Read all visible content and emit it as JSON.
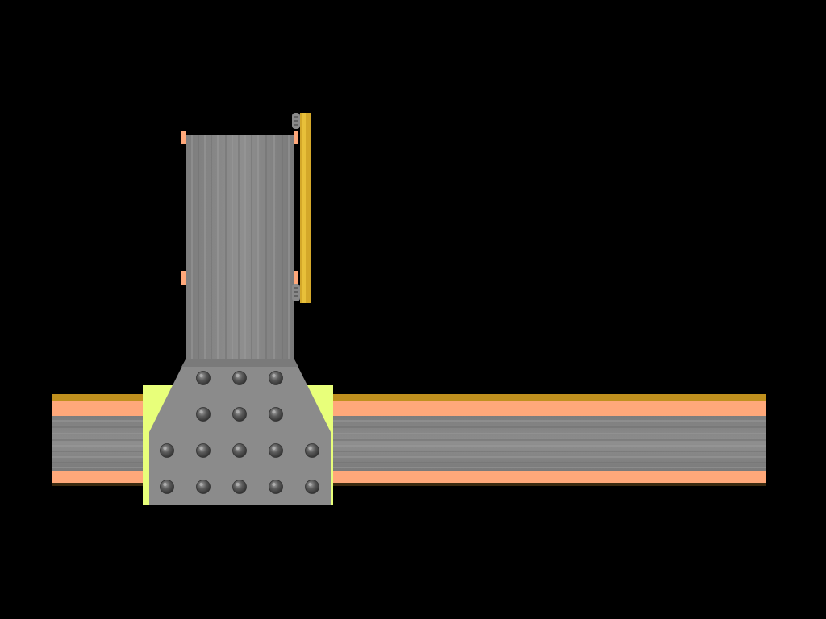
{
  "colors": {
    "background": "#000000",
    "steel": "#8c8c8c",
    "steel_dark": "#6e6e6e",
    "steel_light": "#a6a6a6",
    "flange_orange": "#ffa87a",
    "gold": "#c89a22",
    "gold_bright": "#e0b628",
    "lime": "#e8ff7a",
    "bolt": "#4a4a4a",
    "bolt_highlight": "#9a9a9a"
  },
  "gusset_bolts": {
    "rows": [
      3,
      3,
      5,
      5
    ]
  },
  "elements": [
    "beam",
    "column",
    "gusset-plate",
    "side-plate",
    "connection-bolts"
  ]
}
